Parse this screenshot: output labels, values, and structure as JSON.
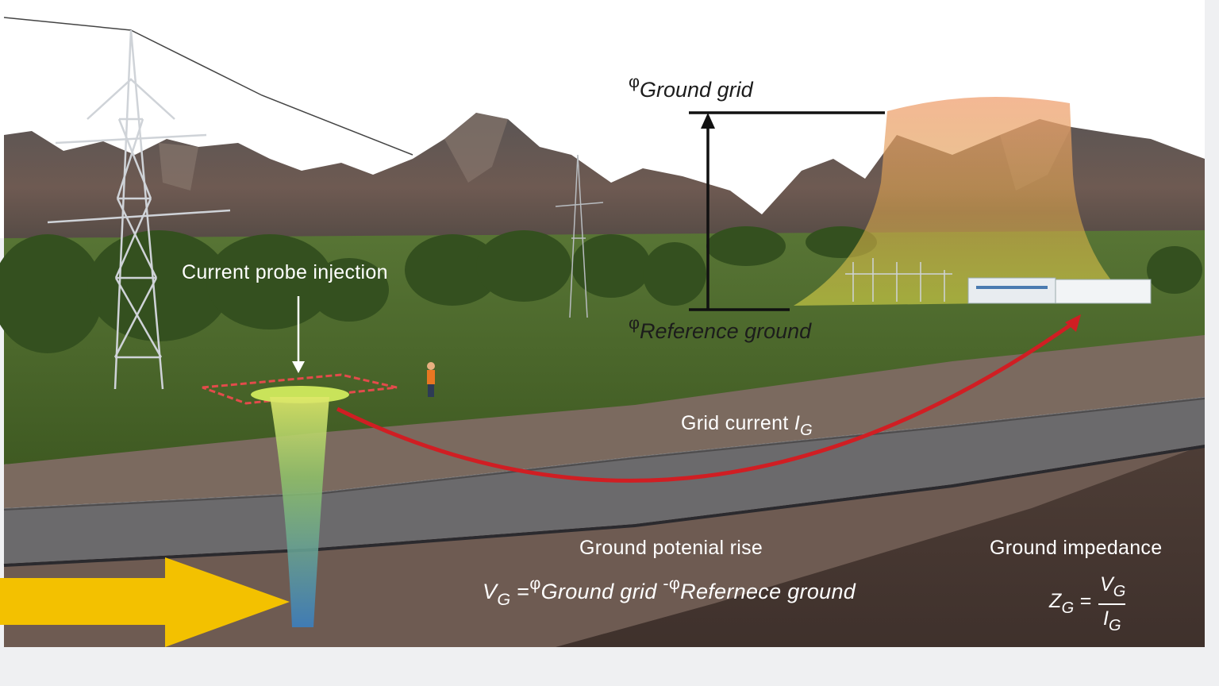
{
  "labels": {
    "phi": "φ",
    "ground_grid": "Ground grid",
    "reference_ground": "Reference ground",
    "current_probe_injection": "Current probe injection",
    "grid_current": "Grid current",
    "grid_current_symbol": "I",
    "grid_current_subscript": "G",
    "ground_potential_rise": "Ground potenial rise",
    "ground_impedance": "Ground impedance"
  },
  "formula_vg": {
    "lhs": "V",
    "lhs_sub": "G",
    "equals": "=",
    "phi": "φ",
    "term1": "Ground grid",
    "minus": "-",
    "term2": "Refernece ground"
  },
  "formula_zg": {
    "lhs": "Z",
    "lhs_sub": "G",
    "equals": "=",
    "numerator": "V",
    "numerator_sub": "G",
    "denominator": "I",
    "denominator_sub": "G"
  },
  "colors": {
    "sky": "#ffffff",
    "grass": "#4f6b2a",
    "soil_light": "#7a6557",
    "soil_gray": "#6f6d6e",
    "soil_dark": "#4a3b35",
    "current_arrow": "#d01e23",
    "injection_arrow": "#f3c000",
    "potential_bell": "#e89a6a"
  }
}
